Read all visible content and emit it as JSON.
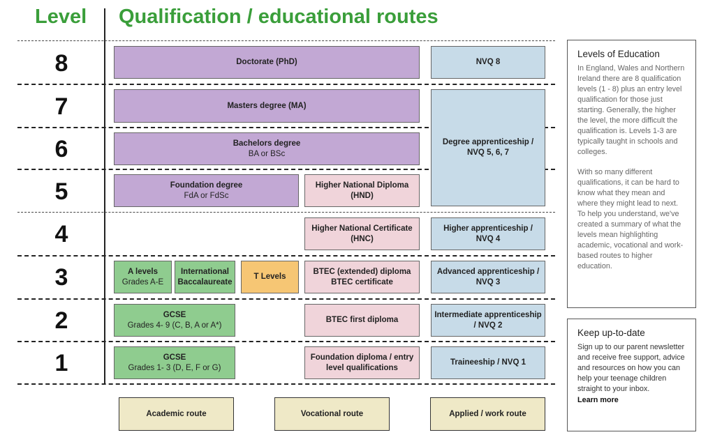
{
  "header": {
    "level": "Level",
    "qualification": "Qualification / educational routes"
  },
  "levels": [
    "8",
    "7",
    "6",
    "5",
    "4",
    "3",
    "2",
    "1"
  ],
  "boxes": {
    "doctorate": {
      "title": "Doctorate (PhD)"
    },
    "nvq8": {
      "title": "NVQ 8"
    },
    "masters": {
      "title": "Masters degree (MA)"
    },
    "degree_app": {
      "title": "Degree apprenticeship / NVQ 5, 6, 7"
    },
    "bachelors": {
      "title": "Bachelors degree",
      "sub": "BA or BSc"
    },
    "foundation_degree": {
      "title": "Foundation degree",
      "sub": "FdA or FdSc"
    },
    "hnd": {
      "title": "Higher National Diploma (HND)"
    },
    "hnc": {
      "title": "Higher National Certificate (HNC)"
    },
    "higher_app": {
      "title": "Higher apprenticeship / NVQ 4"
    },
    "a_levels": {
      "title": "A levels",
      "sub": "Grades A-E"
    },
    "ib": {
      "title": "International Baccalaureate"
    },
    "t_levels": {
      "title": "T Levels"
    },
    "btec_ext": {
      "title": "BTEC (extended) diploma BTEC certificate"
    },
    "adv_app": {
      "title": "Advanced apprenticeship / NVQ 3"
    },
    "gcse2": {
      "title": "GCSE",
      "sub": "Grades 4- 9 (C, B, A or A*)"
    },
    "btec_first": {
      "title": "BTEC first diploma"
    },
    "int_app": {
      "title": "Intermediate apprenticeship / NVQ 2"
    },
    "gcse1": {
      "title": "GCSE",
      "sub": "Grades 1- 3 (D, E, F or G)"
    },
    "foundation_diploma": {
      "title": "Foundation diploma / entry level qualifications"
    },
    "traineeship": {
      "title": "Traineeship / NVQ 1"
    }
  },
  "routes": {
    "academic": "Academic route",
    "vocational": "Vocational route",
    "applied": "Applied / work route"
  },
  "panel_levels": {
    "title": "Levels of Education",
    "p1": "In England, Wales and Northern Ireland there are 8 qualification levels (1 - 8) plus an entry level qualification for those just starting.  Generally, the higher the level, the more difficult the qualification is. Levels 1-3 are typically taught in schools and colleges.",
    "p2": "With so many different qualifications, it can be hard to know what they mean and where they might lead to next. To help you understand, we've created a summary of what the levels mean highlighting academic, vocational and work-based routes to higher education."
  },
  "panel_update": {
    "title": "Keep up-to-date",
    "body": "Sign up to our parent newsletter and receive free support, advice and resources on how you can help your teenage children straight to your inbox.",
    "link": "Learn more"
  }
}
